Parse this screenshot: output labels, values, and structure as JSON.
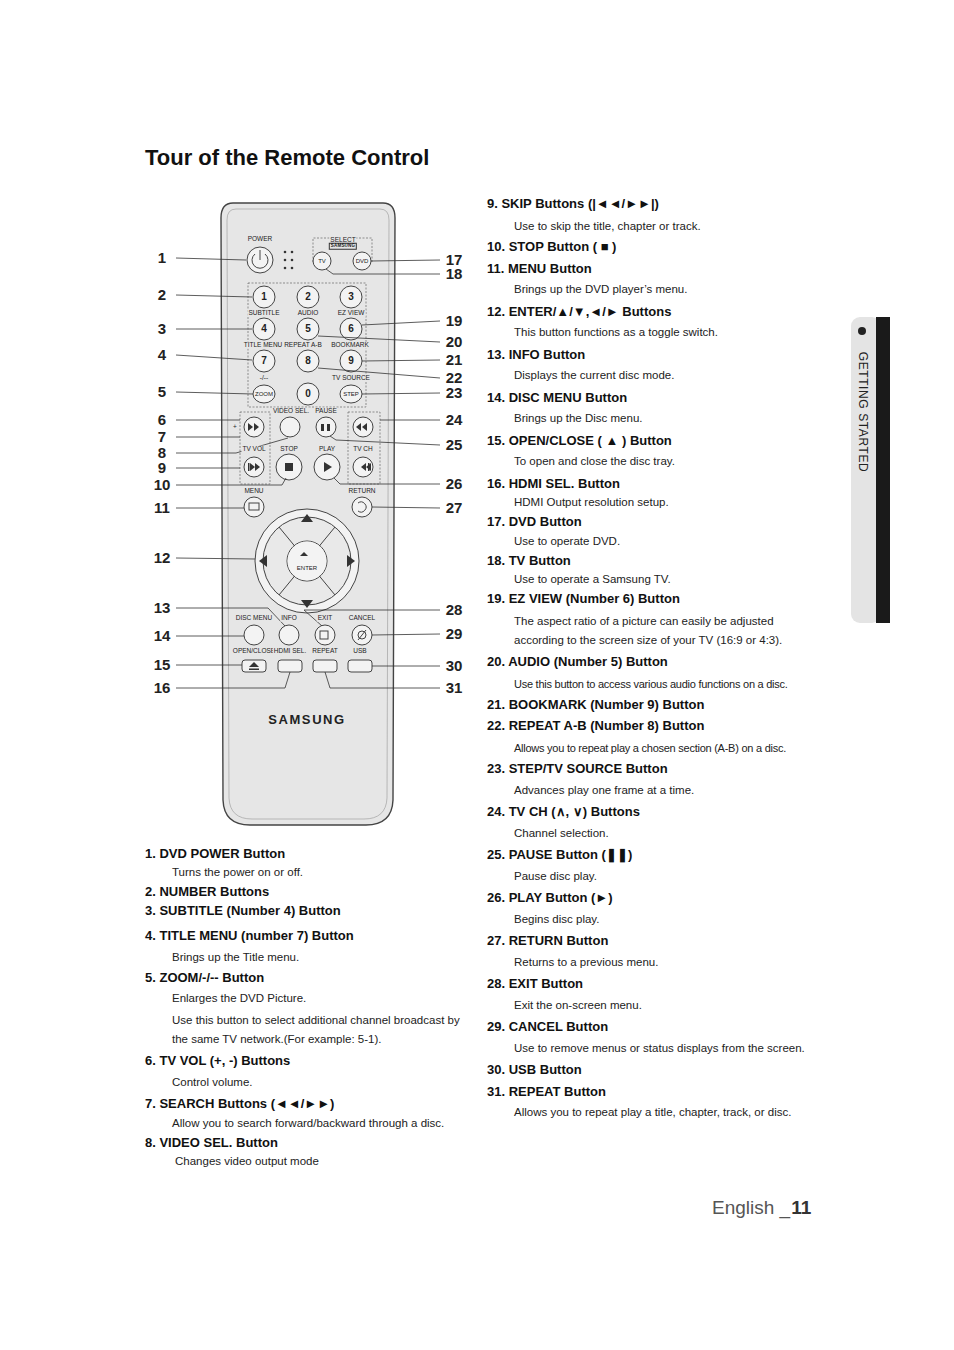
{
  "diagram": {
    "title": "Tour of the Remote Control",
    "labels": [
      "1",
      "2",
      "3",
      "4",
      "5",
      "6",
      "7",
      "8",
      "9",
      "10",
      "11",
      "12",
      "13",
      "14",
      "15",
      "16",
      "17",
      "18",
      "19",
      "20",
      "21",
      "22",
      "23",
      "24",
      "25",
      "26",
      "27",
      "28",
      "29",
      "30",
      "31",
      "POWER",
      "SELECT",
      "SAMSUNG",
      "TV",
      "DVD",
      "1",
      "2",
      "3",
      "SUBTITLE",
      "AUDIO",
      "EZ VIEW",
      "4",
      "5",
      "6",
      "TITLE MENU",
      "REPEAT A-B",
      "BOOKMARK",
      "7",
      "8",
      "9",
      "-/--",
      "TV SOURCE",
      "ZOOM",
      "0",
      "STEP",
      "VIDEO SEL.",
      "PAUSE",
      "+",
      "TV VOL",
      "STOP",
      "PLAY",
      "TV CH",
      "MENU",
      "RETURN",
      "ENTER",
      "DISC MENU",
      "INFO",
      "EXIT",
      "CANCEL",
      "OPEN/CLOSE",
      "HDMI SEL.",
      "REPEAT",
      "USB",
      "SAMSUNG",
      "1. DVD POWER Button",
      "Turns the power on or off.",
      "2. NUMBER Buttons",
      "3. SUBTITLE (Number 4) Button",
      "4. TITLE MENU (number 7) Button",
      "Brings up the Title menu.",
      "5. ZOOM/-/-- Button",
      "Enlarges the DVD Picture.",
      "Use this button to select additional channel broadcast by the same TV network.(For example: 5-1).",
      "6. TV VOL (+, -) Buttons",
      "Control volume.",
      "7. SEARCH Buttons (◄◄/►►)",
      "Allow you to search forward/backward through a disc.",
      "8. VIDEO SEL. Button",
      "Changes video output mode",
      "9. SKIP Buttons (|◄◄/►►|)",
      "Use to skip the title, chapter or track.",
      "10. STOP Button ( ■ )",
      "11. MENU Button",
      "Brings up the DVD player’s menu.",
      "12. ENTER/▲/▼,◄/► Buttons",
      "This button functions as a toggle switch.",
      "13. INFO Button",
      "Displays the current disc mode.",
      "14. DISC MENU Button",
      "Brings up the Disc menu.",
      "15. OPEN/CLOSE ( ▲ ) Button",
      "To open and close the disc tray.",
      "16. HDMI SEL. Button",
      "HDMI Output resolution setup.",
      "17. DVD Button",
      "Use to operate DVD.",
      "18. TV Button",
      "Use to operate a Samsung TV.",
      "19. EZ VIEW (Number 6) Button",
      "The aspect ratio of a picture can easily be adjusted according to the screen size of your TV (16:9 or 4:3).",
      "20. AUDIO (Number 5) Button",
      "Use this button to access various audio functions on a disc.",
      "21. BOOKMARK (Number 9) Button",
      "22. REPEAT A-B (Number 8) Button",
      "Allows you to repeat play a chosen section (A-B) on a disc.",
      "23. STEP/TV SOURCE Button",
      "Advances play one frame at a time.",
      "24. TV CH (∧, ∨) Buttons",
      "Channel selection.",
      "25. PAUSE Button (❚❚)",
      "Pause disc play.",
      "26. PLAY Button (►)",
      "Begins disc play.",
      "27. RETURN Button",
      "Returns to a previous menu.",
      "28. EXIT Button",
      "Exit the on-screen menu.",
      "29. CANCEL Button",
      "Use to remove menus or status displays from the screen.",
      "30. USB Button",
      "31. REPEAT Button",
      "Allows you to repeat play a title, chapter, track, or disc.",
      "GETTING STARTED",
      "English _",
      "11"
    ]
  }
}
